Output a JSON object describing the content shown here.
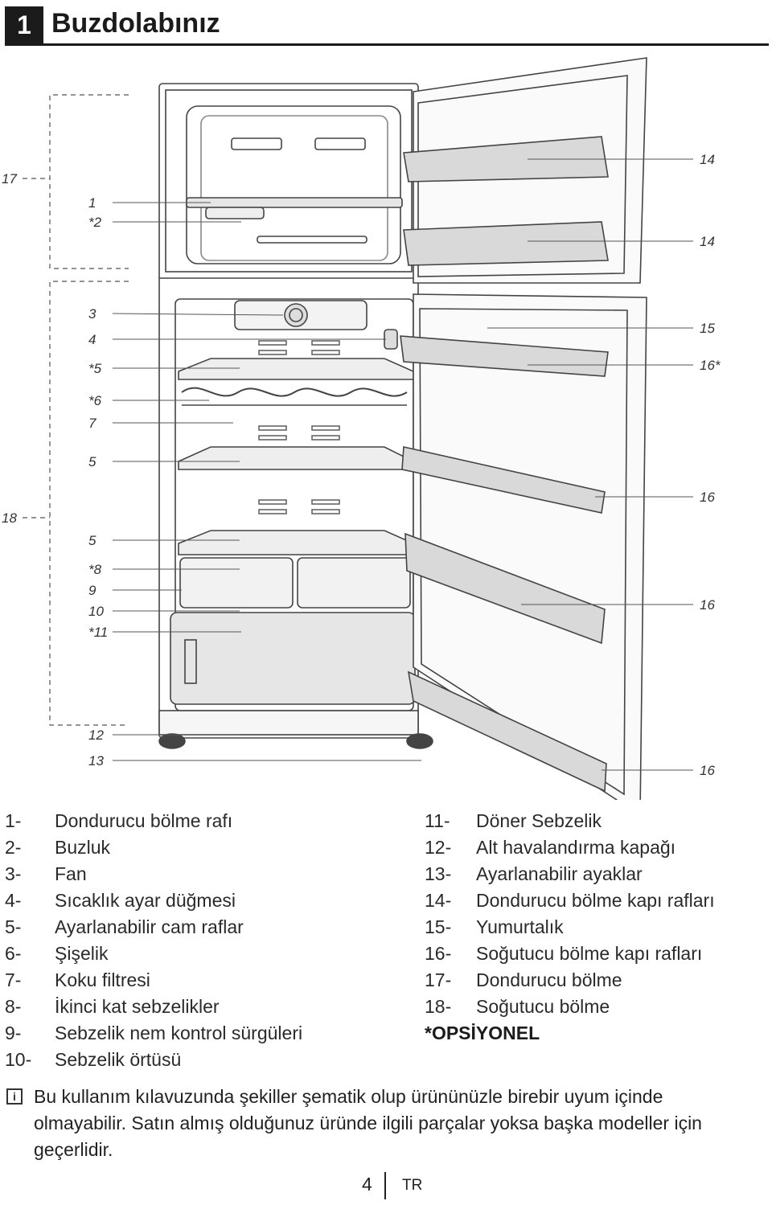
{
  "header": {
    "chapter_number": "1",
    "title": "Buzdolabınız"
  },
  "callouts": {
    "c17": "17",
    "c18": "18",
    "c1": "1",
    "c2": "*2",
    "c3": "3",
    "c4": "4",
    "c5a": "*5",
    "c6": "*6",
    "c7": "7",
    "c5b": "5",
    "c5c": "5",
    "c8": "*8",
    "c9": "9",
    "c10": "10",
    "c11": "*11",
    "c12": "12",
    "c13": "13",
    "c14a": "14",
    "c14b": "14",
    "c15": "15",
    "c16s": "16*",
    "c16a": "16",
    "c16b": "16",
    "c16c": "16"
  },
  "legend_left": [
    {
      "num": "1-",
      "label": "Dondurucu bölme rafı"
    },
    {
      "num": "2-",
      "label": "Buzluk"
    },
    {
      "num": "3-",
      "label": "Fan"
    },
    {
      "num": "4-",
      "label": "Sıcaklık ayar düğmesi"
    },
    {
      "num": "5-",
      "label": "Ayarlanabilir cam raflar"
    },
    {
      "num": "6-",
      "label": "Şişelik"
    },
    {
      "num": "7-",
      "label": "Koku filtresi"
    },
    {
      "num": "8-",
      "label": "İkinci kat sebzelikler"
    },
    {
      "num": "9-",
      "label": "Sebzelik nem kontrol sürgüleri"
    },
    {
      "num": "10-",
      "label": "Sebzelik örtüsü"
    }
  ],
  "legend_right": [
    {
      "num": "11-",
      "label": "Döner Sebzelik"
    },
    {
      "num": "12-",
      "label": "Alt havalandırma kapağı"
    },
    {
      "num": "13-",
      "label": "Ayarlanabilir ayaklar"
    },
    {
      "num": "14-",
      "label": "Dondurucu bölme kapı rafları"
    },
    {
      "num": "15-",
      "label": "Yumurtalık"
    },
    {
      "num": "16-",
      "label": "Soğutucu bölme kapı rafları"
    },
    {
      "num": "17-",
      "label": "Dondurucu bölme"
    },
    {
      "num": "18-",
      "label": "Soğutucu bölme"
    }
  ],
  "optional_label": "*OPSİYONEL",
  "note": {
    "icon": "info-icon",
    "icon_glyph": "i",
    "text": "Bu kullanım kılavuzunda şekiller şematik olup ürününüzle birebir uyum içinde olmayabilir. Satın almış olduğunuz üründe ilgili parçalar yoksa başka modeller için geçerlidir."
  },
  "footer": {
    "page_number": "4",
    "language": "TR"
  }
}
